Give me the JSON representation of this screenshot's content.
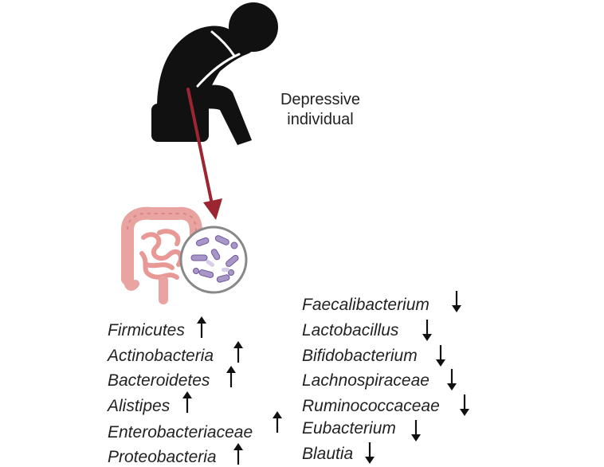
{
  "caption": {
    "line1": "Depressive",
    "line2": "individual"
  },
  "colors": {
    "silhouette": "#111111",
    "link_arrow": "#9b2631",
    "intestine": "#e9a3a0",
    "bacteria": "#a996c9",
    "text": "#222222"
  },
  "icons": {
    "person": "person-sitting-head-in-hands-icon",
    "intestine": "intestine-icon",
    "bacteria": "bacteria-magnifier-icon",
    "up": "arrow-up-icon",
    "down": "arrow-down-icon"
  },
  "increased": [
    {
      "name": "Firmicutes",
      "trend": "up"
    },
    {
      "name": "Actinobacteria",
      "trend": "up"
    },
    {
      "name": "Bacteroidetes",
      "trend": "up"
    },
    {
      "name": "Alistipes",
      "trend": "up"
    },
    {
      "name": "Enterobacteriaceae",
      "trend": "up"
    },
    {
      "name": "Proteobacteria",
      "trend": "up"
    }
  ],
  "decreased": [
    {
      "name": "Faecalibacterium",
      "trend": "down"
    },
    {
      "name": "Lactobacillus",
      "trend": "down"
    },
    {
      "name": "Bifidobacterium",
      "trend": "down"
    },
    {
      "name": "Lachnospiraceae",
      "trend": "down"
    },
    {
      "name": "Ruminococcaceae",
      "trend": "down"
    },
    {
      "name": "Eubacterium",
      "trend": "down"
    },
    {
      "name": "Blautia",
      "trend": "down"
    }
  ]
}
